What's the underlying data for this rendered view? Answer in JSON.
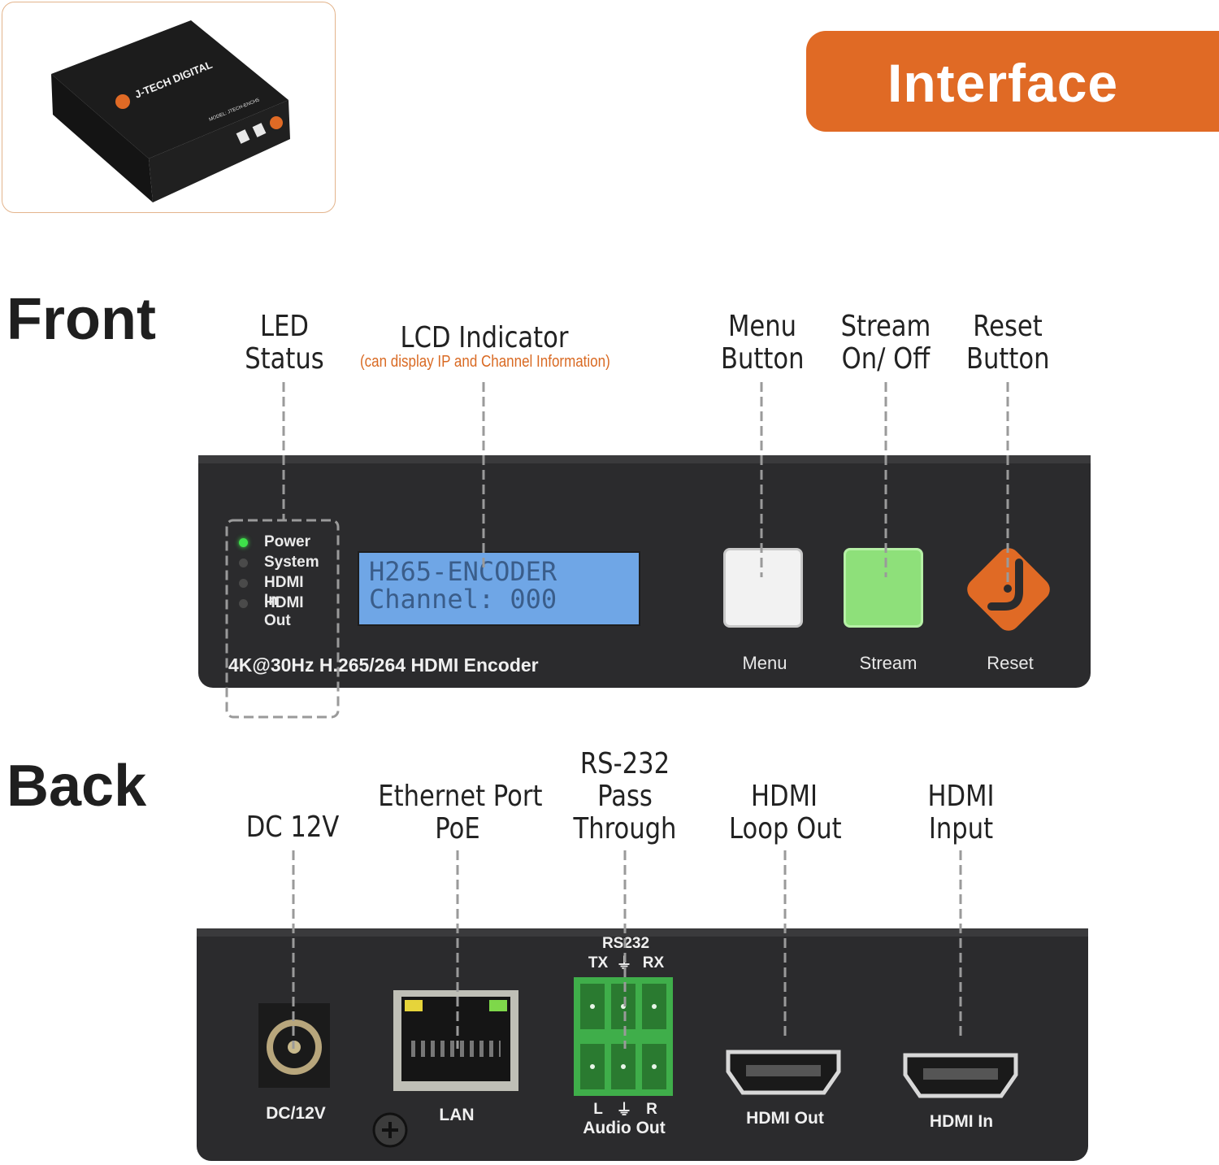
{
  "banner": {
    "title": "Interface"
  },
  "thumbnail": {
    "brand": "J-TECH DIGITAL",
    "model": "MODEL: JTECH-ENCH5"
  },
  "front": {
    "section_title": "Front",
    "labels": {
      "led_status": [
        "LED",
        "Status"
      ],
      "lcd_indicator": "LCD Indicator",
      "lcd_note": "(can display IP and Channel Information)",
      "menu": [
        "Menu",
        "Button"
      ],
      "stream": [
        "Stream",
        "On/ Off"
      ],
      "reset": [
        "Reset",
        "Button"
      ]
    },
    "leds": [
      "Power",
      "System",
      "HDMI In",
      "HDMI Out"
    ],
    "lcd_lines": [
      "H265-ENCODER",
      "Channel: 000"
    ],
    "buttons": {
      "menu": "Menu",
      "stream": "Stream",
      "reset": "Reset"
    },
    "caption": "4K@30Hz H.265/264 HDMI Encoder",
    "colors": {
      "accent": "#e06a25",
      "led_on": "#3ee04a",
      "lcd": "#6fa6e6",
      "stream_button": "#8ee07a"
    }
  },
  "back": {
    "section_title": "Back",
    "labels": {
      "dc": "DC 12V",
      "ethernet": [
        "Ethernet Port",
        "PoE"
      ],
      "rs232": [
        "RS-232",
        "Pass",
        "Through"
      ],
      "hdmi_loop": [
        "HDMI",
        "Loop Out"
      ],
      "hdmi_input": [
        "HDMI",
        "Input"
      ]
    },
    "ports": {
      "dc": "DC/12V",
      "lan": "LAN",
      "rs232_title": "RS232",
      "rs232_tx": "TX",
      "rs232_rx": "RX",
      "audio_l": "L",
      "audio_r": "R",
      "audio_out": "Audio Out",
      "hdmi_out": "HDMI Out",
      "hdmi_in": "HDMI In"
    }
  }
}
